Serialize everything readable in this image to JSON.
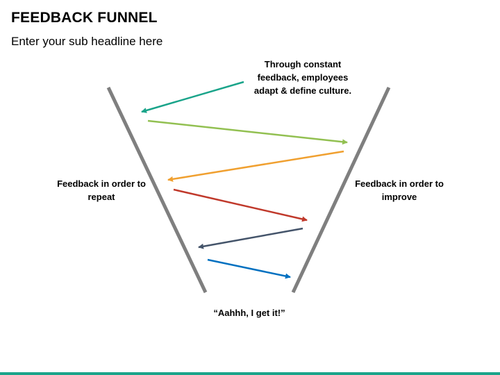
{
  "header": {
    "title": "FEEDBACK FUNNEL",
    "subtitle": "Enter your sub headline here"
  },
  "diagram": {
    "top_label": "Through constant feedback, employees adapt & define culture.",
    "left_label": "Feedback in order to repeat",
    "right_label": "Feedback in order to improve",
    "bottom_label": "“Aahhh, I get it!”"
  },
  "colors": {
    "funnel_walls": "#7f7f7f",
    "arrow_1": "#1aa48a",
    "arrow_2": "#92c051",
    "arrow_3": "#f0a030",
    "arrow_4": "#c0392b",
    "arrow_5": "#44546a",
    "arrow_6": "#0070c0",
    "bottom_bar": "#1aa48a"
  }
}
